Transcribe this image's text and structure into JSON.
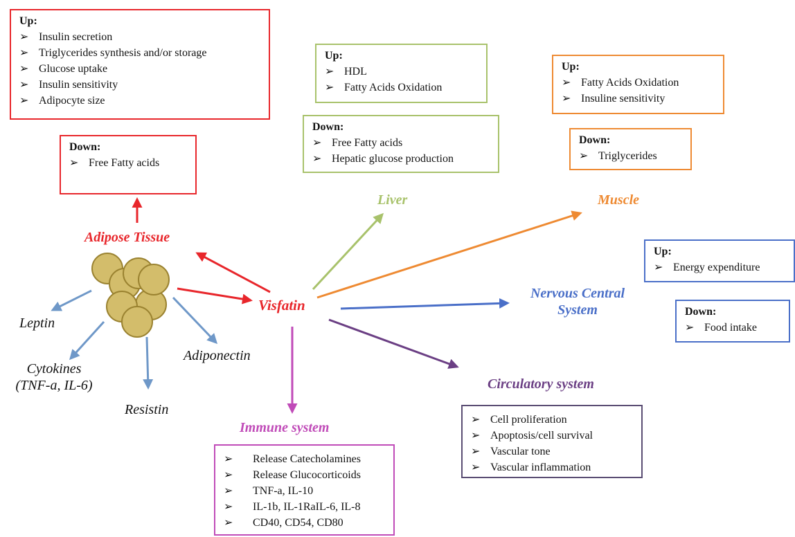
{
  "colors": {
    "adipose": "#e8262b",
    "liver": "#a8c26b",
    "muscle": "#ee8a32",
    "nervous": "#4a6fc8",
    "circulatory": "#6b3f84",
    "immune": "#c04bb8",
    "secretion": "#6f98c8",
    "cell_fill": "#d3bd6b",
    "cell_stroke": "#9a8230",
    "black": "#111111"
  },
  "center": {
    "label": "Visfatin"
  },
  "adipose": {
    "label": "Adipose Tissue",
    "up": {
      "heading": "Up:",
      "items": [
        "Insulin secretion",
        "Triglycerides synthesis and/or storage",
        "Glucose uptake",
        "Insulin sensitivity",
        "Adipocyte size"
      ]
    },
    "down": {
      "heading": "Down:",
      "items": [
        "Free Fatty acids"
      ]
    }
  },
  "liver": {
    "label": "Liver",
    "up": {
      "heading": "Up:",
      "items": [
        "HDL",
        "Fatty Acids Oxidation"
      ]
    },
    "down": {
      "heading": "Down:",
      "items": [
        "Free Fatty acids",
        "Hepatic glucose production"
      ]
    }
  },
  "muscle": {
    "label": "Muscle",
    "up": {
      "heading": "Up:",
      "items": [
        "Fatty Acids Oxidation",
        "Insuline sensitivity"
      ]
    },
    "down": {
      "heading": "Down:",
      "items": [
        "Triglycerides"
      ]
    }
  },
  "nervous": {
    "label_line1": "Nervous Central",
    "label_line2": "System",
    "up": {
      "heading": "Up:",
      "items": [
        "Energy expenditure"
      ]
    },
    "down": {
      "heading": "Down:",
      "items": [
        "Food intake"
      ]
    }
  },
  "circulatory": {
    "label": "Circulatory system",
    "items": [
      "Cell proliferation",
      "Apoptosis/cell survival",
      "Vascular tone",
      "Vascular inflammation"
    ]
  },
  "immune": {
    "label": "Immune system",
    "items": [
      "Release Catecholamines",
      "Release Glucocorticoids",
      "TNF-a, IL-10",
      "IL-1b, IL-1RaIL-6, IL-8",
      "CD40, CD54, CD80"
    ]
  },
  "secretions": {
    "leptin": "Leptin",
    "cytokines_line1": "Cytokines",
    "cytokines_line2": "(TNF-a, IL-6)",
    "resistin": "Resistin",
    "adiponectin": "Adiponectin"
  },
  "bullet": "➢"
}
